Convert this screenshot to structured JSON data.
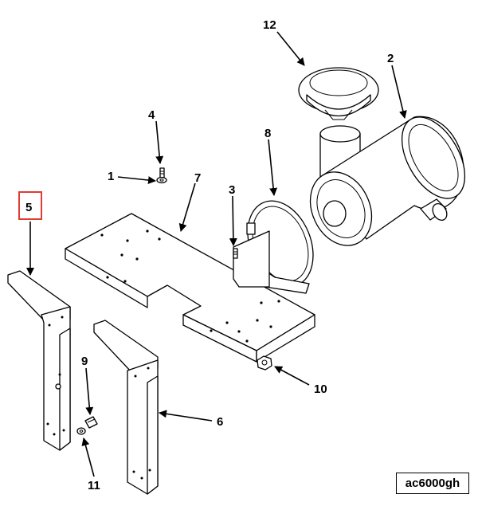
{
  "callouts": {
    "c1": "1",
    "c2": "2",
    "c3": "3",
    "c4": "4",
    "c5": "5",
    "c6": "6",
    "c7": "7",
    "c8": "8",
    "c9": "9",
    "c10": "10",
    "c11": "11",
    "c12": "12"
  },
  "figure_id": "ac6000gh",
  "highlight_color": "#e03c31"
}
